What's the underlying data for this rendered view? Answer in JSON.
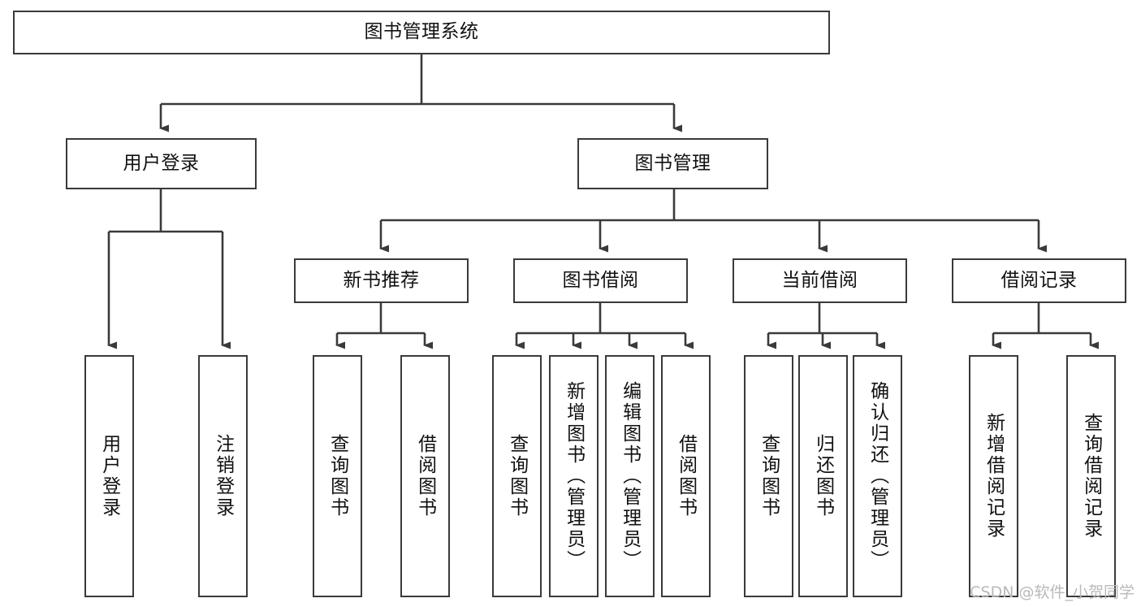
{
  "diagram": {
    "title": "图书管理系统",
    "watermark": "CSDN @软件_小贺同学",
    "stroke_color": "#3a3a3a",
    "text_color": "#111111",
    "background_color": "#ffffff",
    "nodes": {
      "root": {
        "label": "图书管理系统"
      },
      "level2": [
        {
          "id": "user-login",
          "label": "用户登录"
        },
        {
          "id": "book-management",
          "label": "图书管理"
        }
      ],
      "level3": [
        {
          "id": "new-book-recommend",
          "label": "新书推荐"
        },
        {
          "id": "book-borrow",
          "label": "图书借阅"
        },
        {
          "id": "current-borrow",
          "label": "当前借阅"
        },
        {
          "id": "borrow-record",
          "label": "借阅记录"
        }
      ],
      "leaves": {
        "user_login": [
          {
            "id": "leaf-user-login",
            "label": "用户登录"
          },
          {
            "id": "leaf-logout-login",
            "label": "注销登录"
          }
        ],
        "new_book_recommend": [
          {
            "id": "leaf-query-book-1",
            "label": "查询图书"
          },
          {
            "id": "leaf-borrow-book-1",
            "label": "借阅图书"
          }
        ],
        "book_borrow": [
          {
            "id": "leaf-query-book-2",
            "label": "查询图书"
          },
          {
            "id": "leaf-add-book",
            "label": "新增图书（管理员）"
          },
          {
            "id": "leaf-edit-book",
            "label": "编辑图书（管理员）"
          },
          {
            "id": "leaf-borrow-book-2",
            "label": "借阅图书"
          }
        ],
        "current_borrow": [
          {
            "id": "leaf-query-book-3",
            "label": "查询图书"
          },
          {
            "id": "leaf-return-book",
            "label": "归还图书"
          },
          {
            "id": "leaf-confirm-return",
            "label": "确认归还（管理员）"
          }
        ],
        "borrow_record": [
          {
            "id": "leaf-add-record",
            "label": "新增借阅记录"
          },
          {
            "id": "leaf-query-record",
            "label": "查询借阅记录"
          }
        ]
      }
    }
  }
}
